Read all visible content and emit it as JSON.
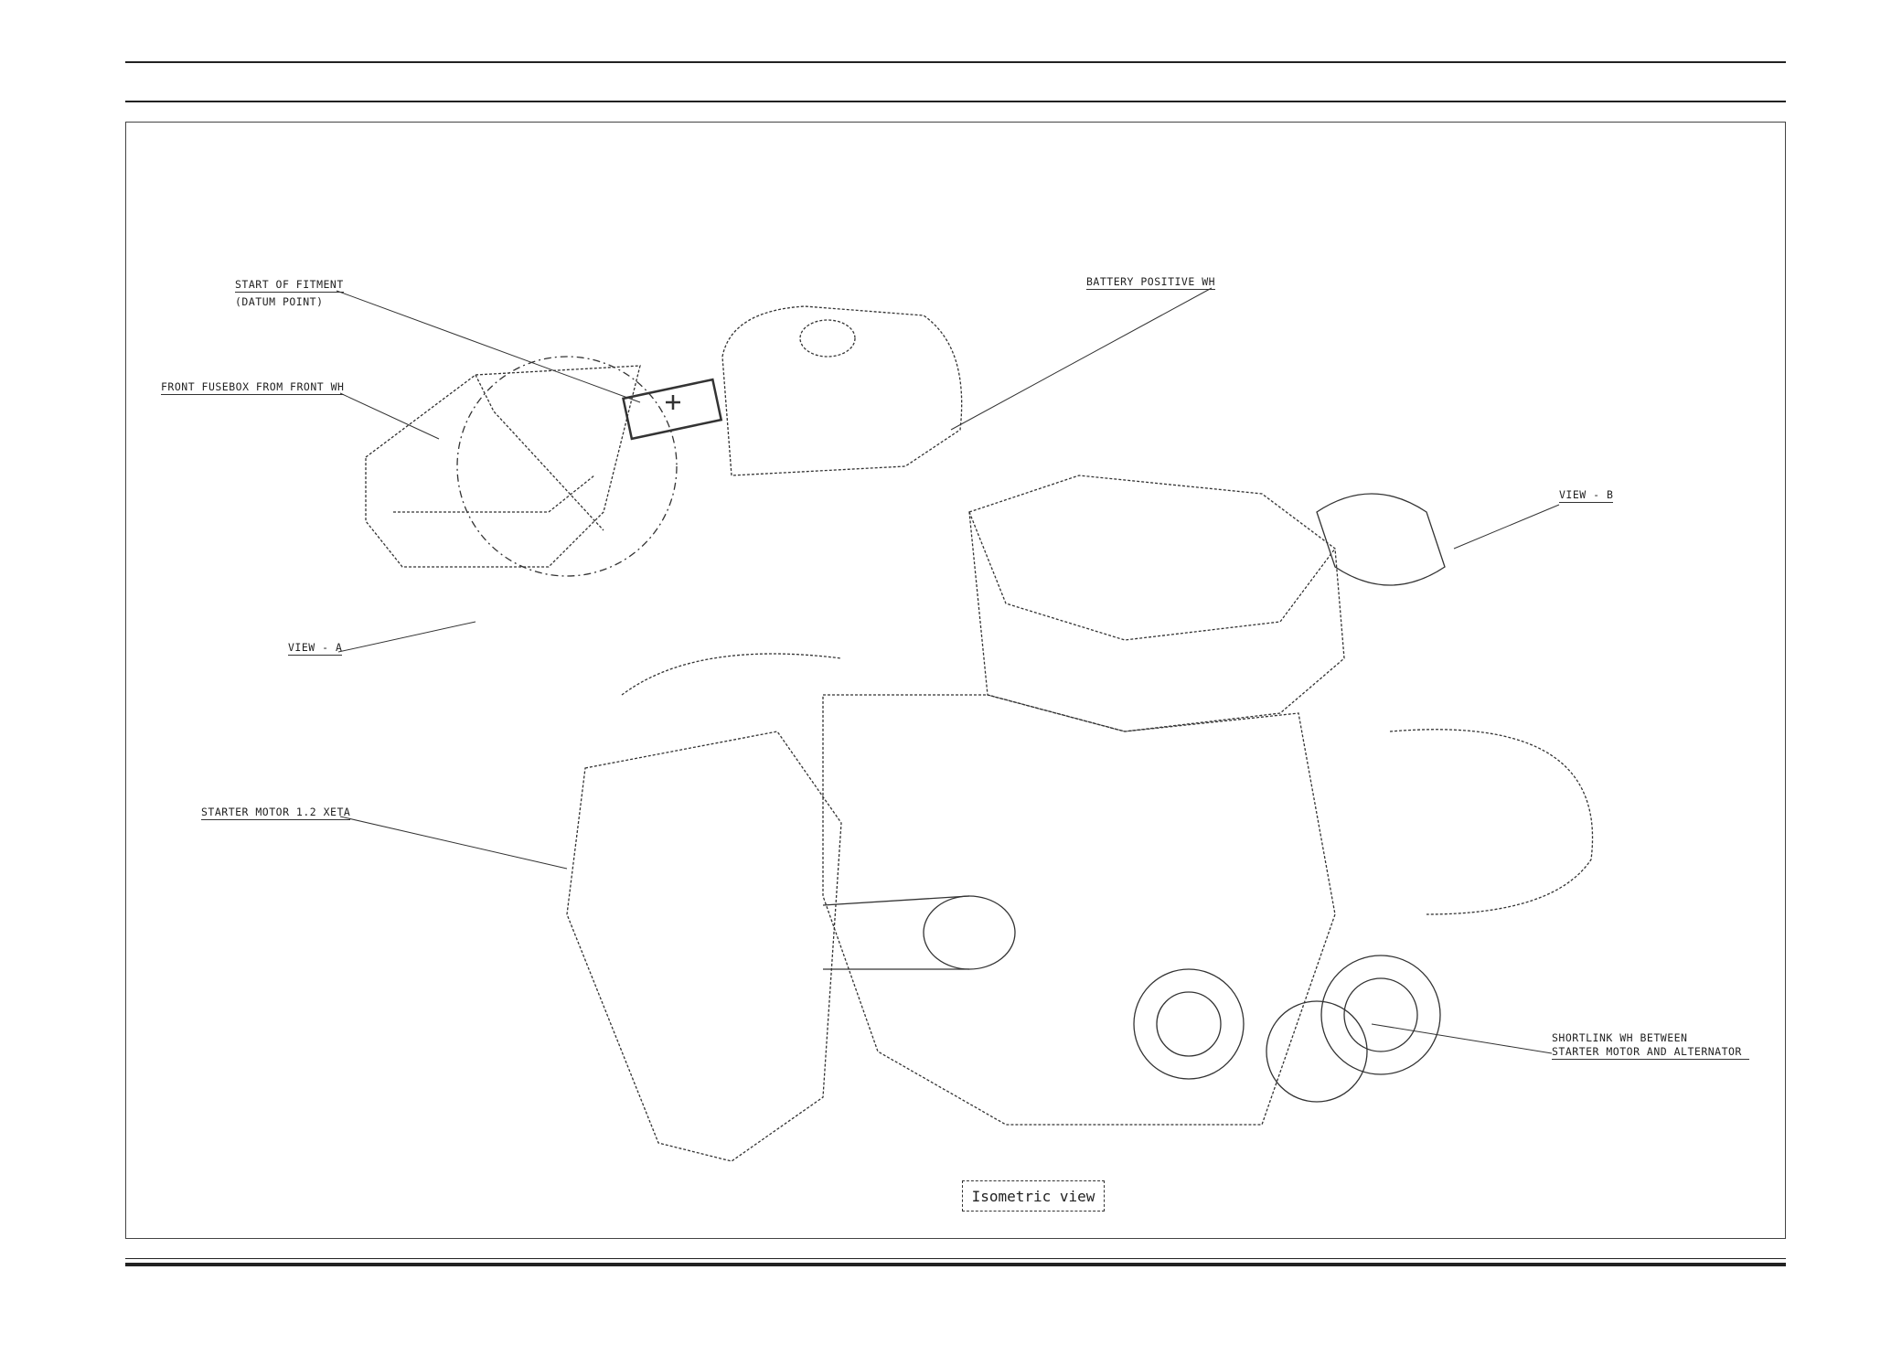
{
  "labels": {
    "start_of_fitment": "START OF FITMENT",
    "datum_point": "(DATUM POINT)",
    "battery_positive": "BATTERY POSITIVE WH",
    "front_fusebox": "FRONT FUSEBOX FROM FRONT WH",
    "view_b": "VIEW - B",
    "view_a": "VIEW - A",
    "starter_motor": "STARTER MOTOR 1.2 XETA",
    "shortlink_line1": "SHORTLINK WH BETWEEN",
    "shortlink_line2": "STARTER MOTOR AND ALTERNATOR"
  },
  "view_title": "Isometric view"
}
